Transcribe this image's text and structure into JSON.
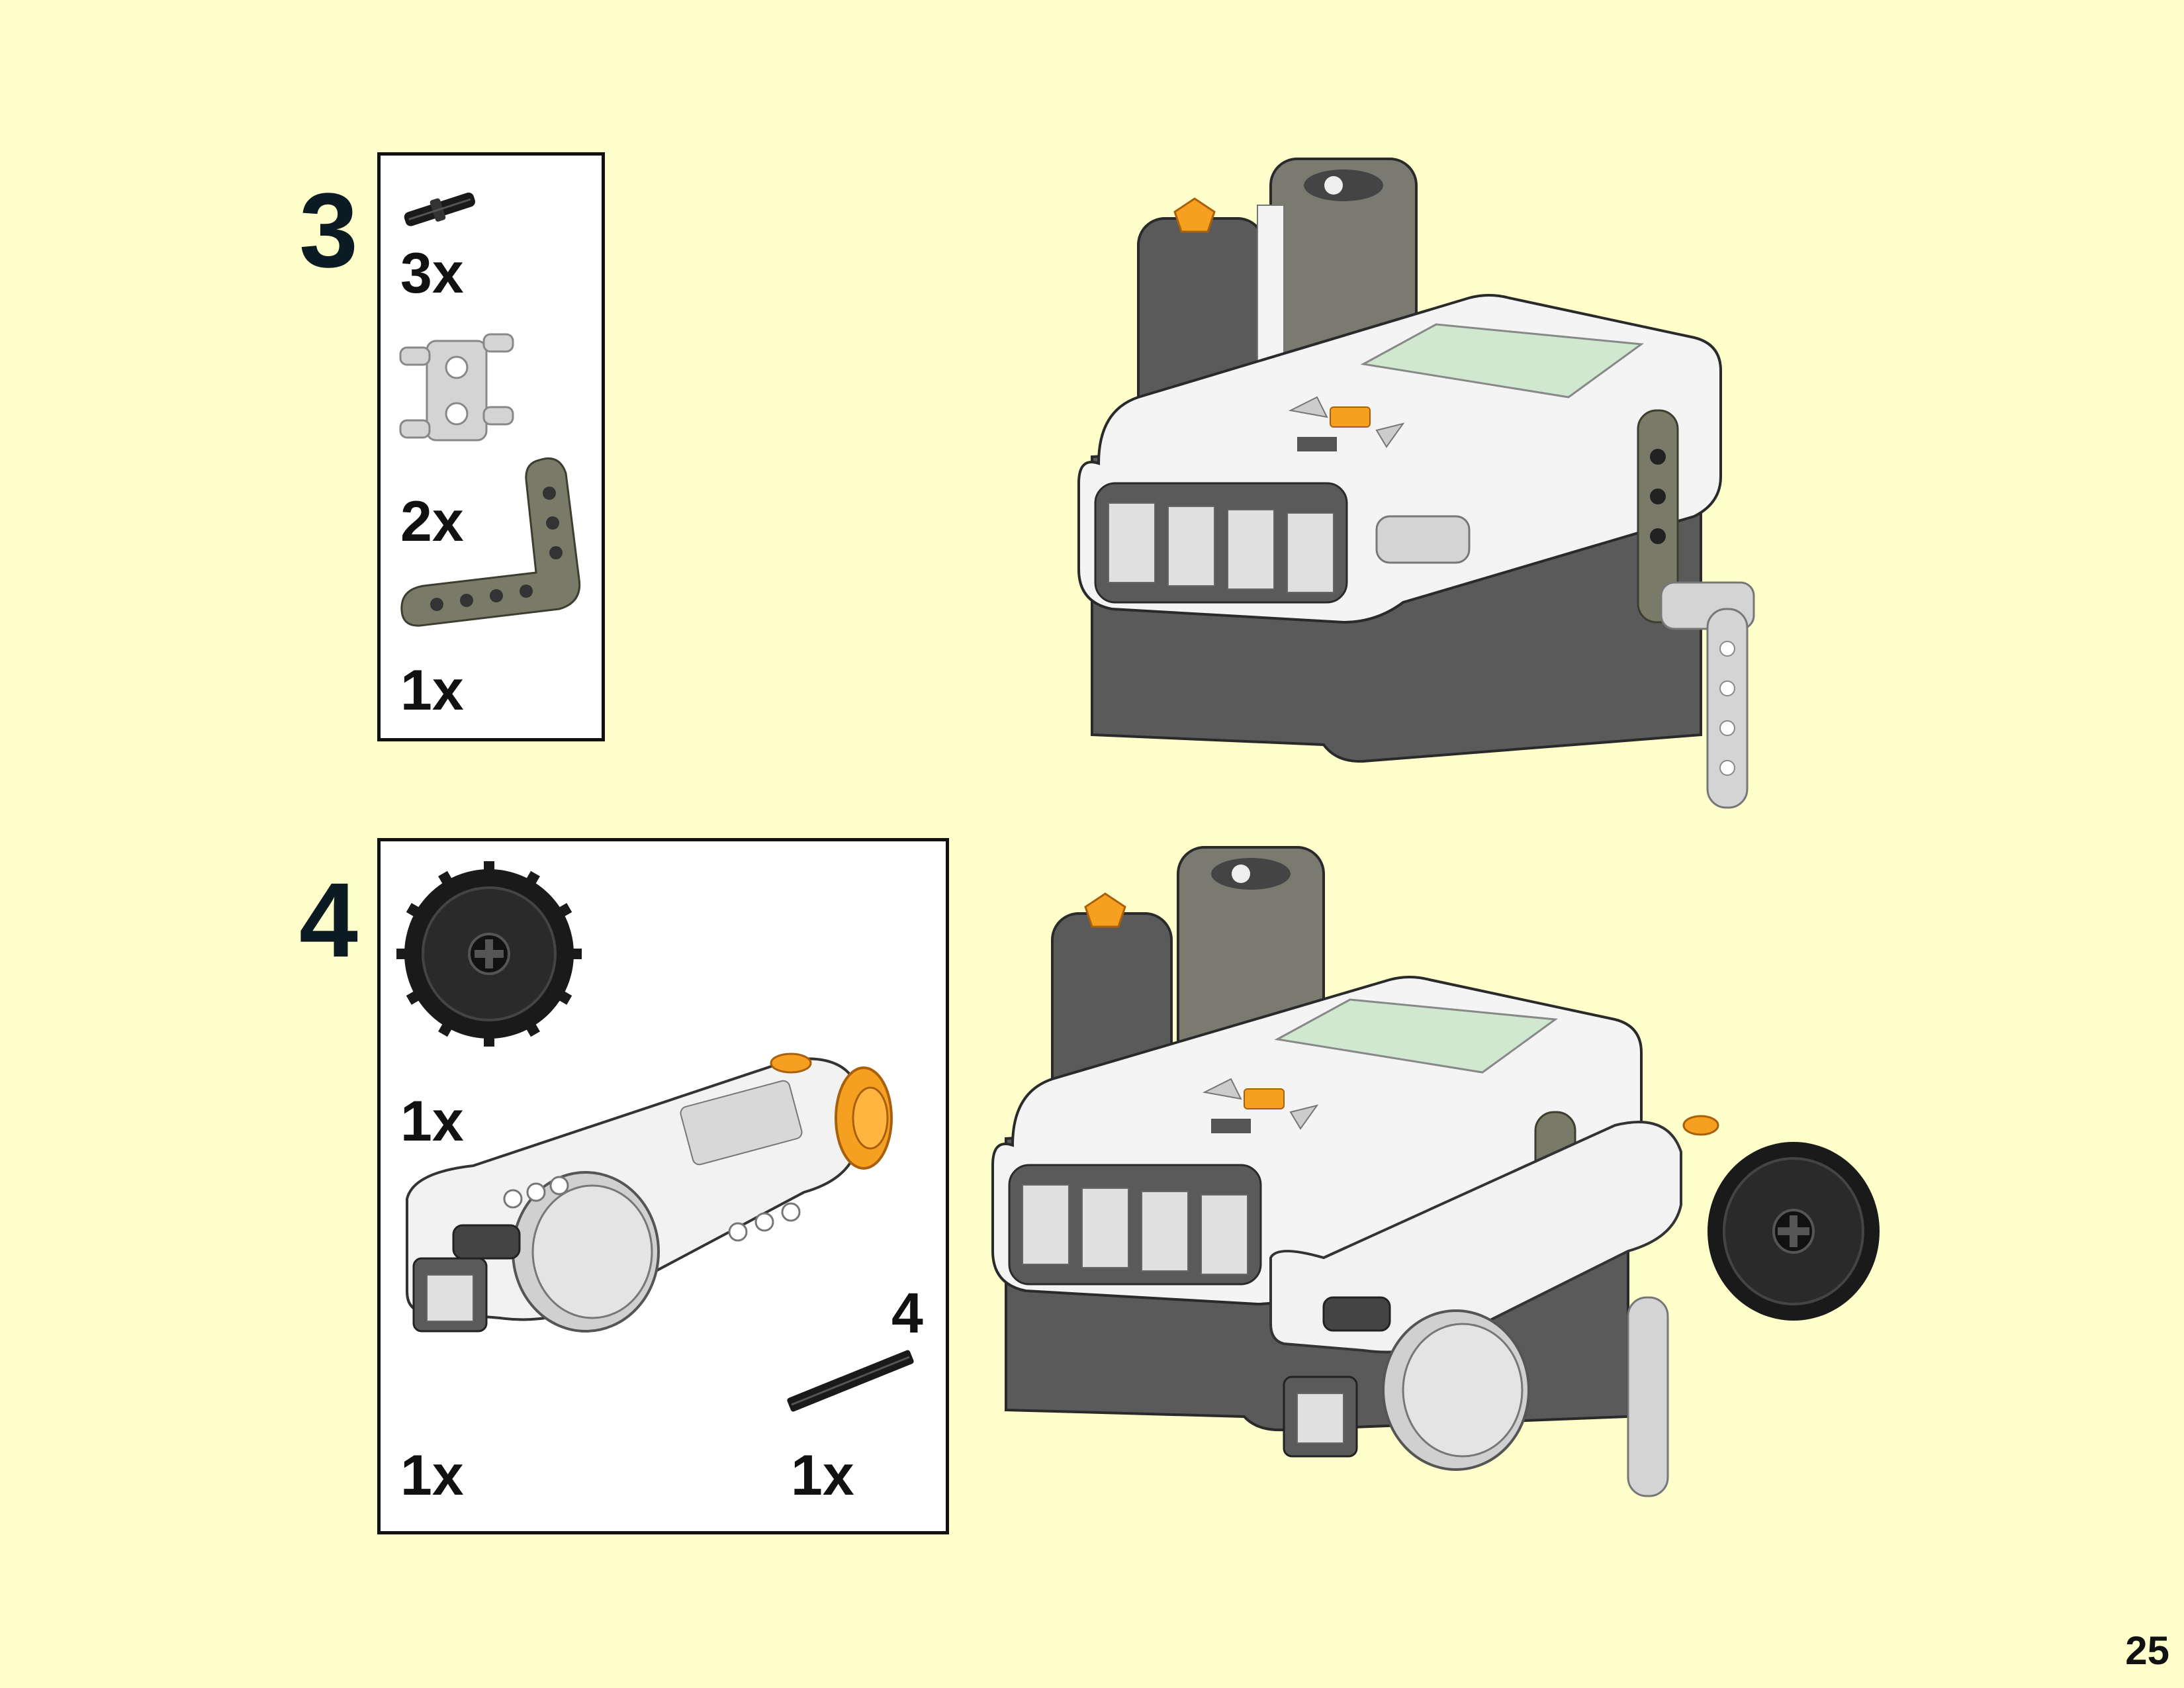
{
  "page": {
    "number": "25"
  },
  "steps": [
    {
      "number": "3",
      "parts": [
        {
          "name": "connector-peg-black",
          "qty": "3x"
        },
        {
          "name": "cross-block-connector",
          "qty": "2x"
        },
        {
          "name": "l-shaped-liftarm",
          "qty": "1x"
        }
      ]
    },
    {
      "number": "4",
      "parts": [
        {
          "name": "gear-40-tooth",
          "qty": "1x"
        },
        {
          "name": "servo-motor",
          "qty": "1x"
        },
        {
          "name": "axle",
          "qty": "1x",
          "length": "4"
        }
      ]
    }
  ],
  "colors": {
    "background": "#FFFFCC",
    "nxt_dark": "#5a5a5a",
    "nxt_white": "#f4f4f4",
    "screen": "#cfe8cf",
    "orange": "#f5a020",
    "dark_gray_part": "#7a7a68",
    "light_gray_part": "#d4d4d4",
    "black_part": "#1a1a1a"
  }
}
